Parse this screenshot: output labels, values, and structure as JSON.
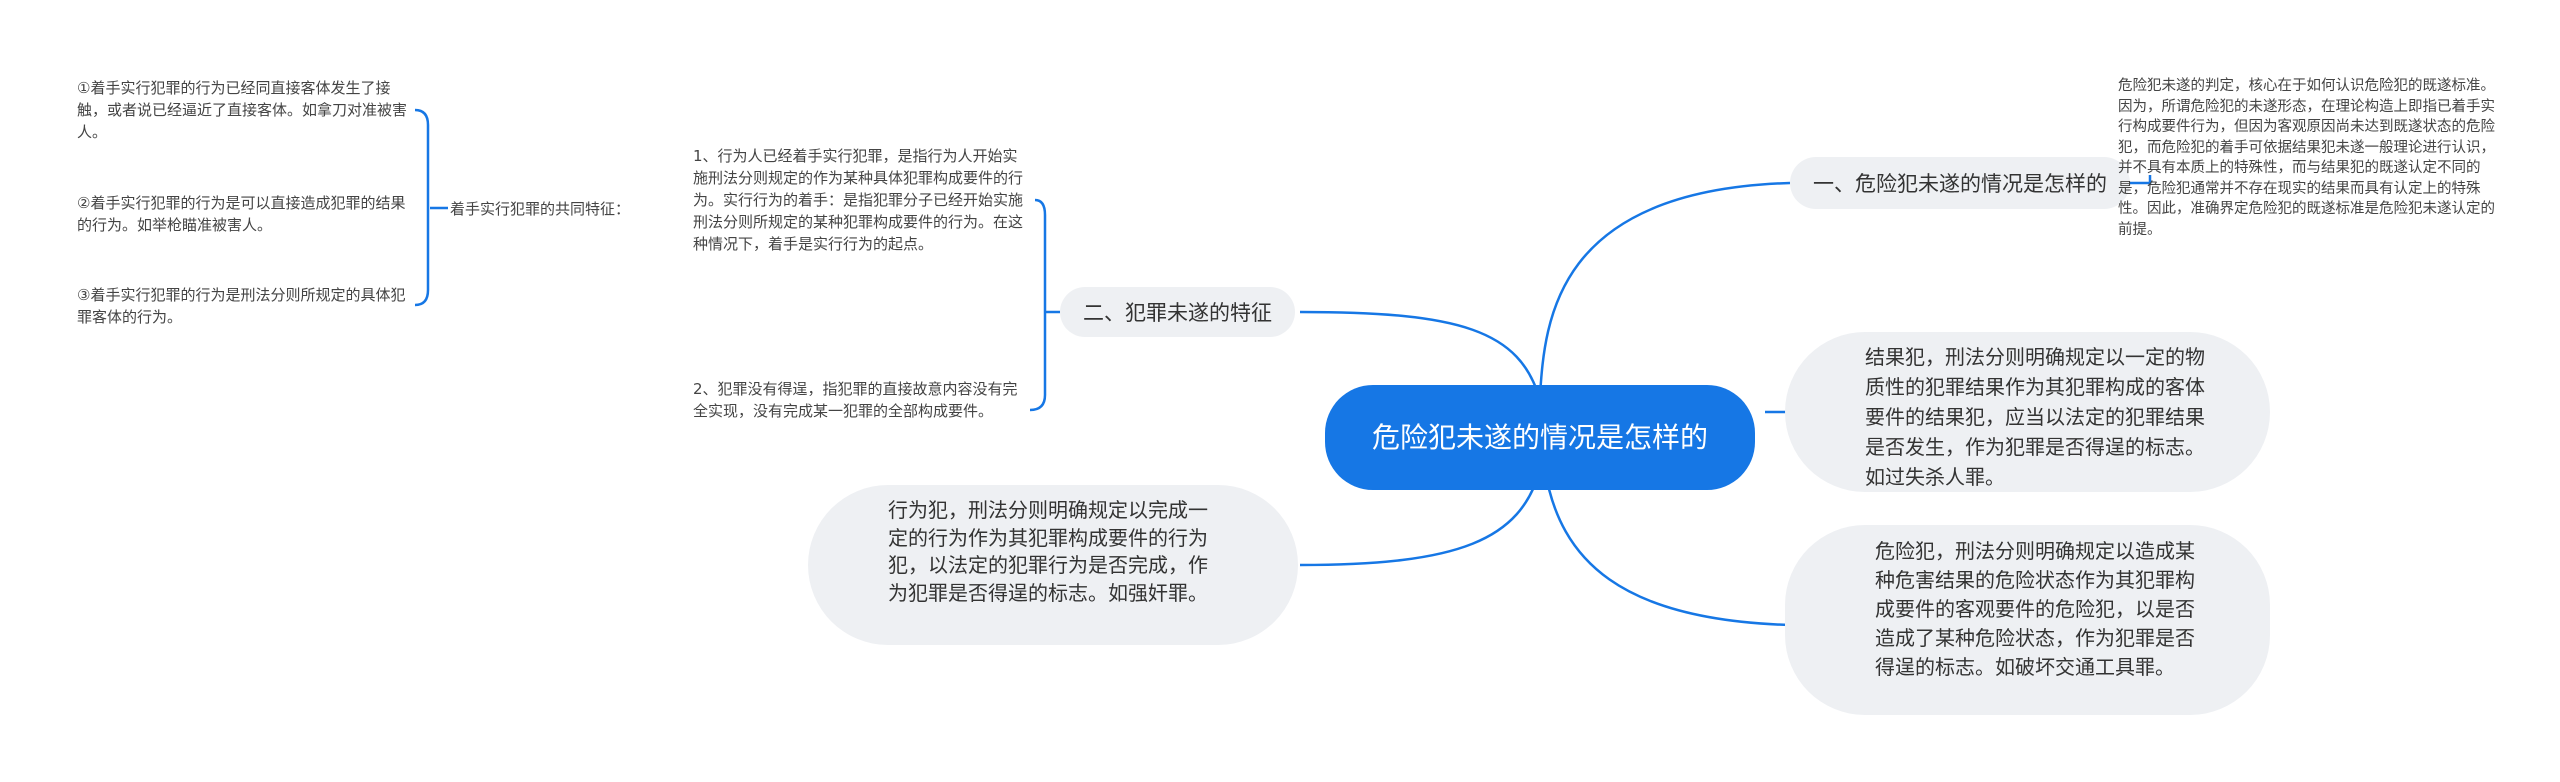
{
  "root": {
    "title": "危险犯未遂的情况是怎样的"
  },
  "branch1": {
    "label": "一、危险犯未遂的情况是怎样的",
    "detail": "危险犯未遂的判定，核心在于如何认识危险犯的既遂标准。因为，所谓危险犯的未遂形态，在理论构造上即指已着手实行构成要件行为，但因为客观原因尚未达到既遂状态的危险犯，而危险犯的着手可依据结果犯未遂一般理论进行认识，并不具有本质上的特殊性，而与结果犯的既遂认定不同的是，危险犯通常并不存在现实的结果而具有认定上的特殊性。因此，准确界定危险犯的既遂标准是危险犯未遂认定的前提。"
  },
  "bubbles": {
    "result_crime": "结果犯，刑法分则明确规定以一定的物质性的犯罪结果作为其犯罪构成的客体要件的结果犯，应当以法定的犯罪结果是否发生，作为犯罪是否得逞的标志。如过失杀人罪。",
    "danger_crime": "危险犯，刑法分则明确规定以造成某种危害结果的危险状态作为其犯罪构成要件的客观要件的危险犯，以是否造成了某种危险状态，作为犯罪是否得逞的标志。如破坏交通工具罪。",
    "conduct_crime": "行为犯，刑法分则明确规定以完成一定的行为作为其犯罪构成要件的行为犯，以法定的犯罪行为是否完成，作为犯罪是否得逞的标志。如强奸罪。"
  },
  "branch2": {
    "label": "二、犯罪未遂的特征",
    "point1": "1、行为人已经着手实行犯罪，是指行为人开始实施刑法分则规定的作为某种具体犯罪构成要件的行为。实行行为的着手：是指犯罪分子已经开始实施刑法分则所规定的某种犯罪构成要件的行为。在这种情况下，着手是实行行为的起点。",
    "point2": "2、犯罪没有得逞，指犯罪的直接故意内容没有完全实现，没有完成某一犯罪的全部构成要件。",
    "common_label": "着手实行犯罪的共同特征：",
    "features": [
      "①着手实行犯罪的行为已经同直接客体发生了接触，或者说已经逼近了直接客体。如拿刀对准被害人。",
      "②着手实行犯罪的行为是可以直接造成犯罪的结果的行为。如举枪瞄准被害人。",
      "③着手实行犯罪的行为是刑法分则所规定的具体犯罪客体的行为。"
    ]
  },
  "colors": {
    "root": "#1677e5",
    "link": "#1677e5",
    "node_bg": "#eef0f3"
  }
}
